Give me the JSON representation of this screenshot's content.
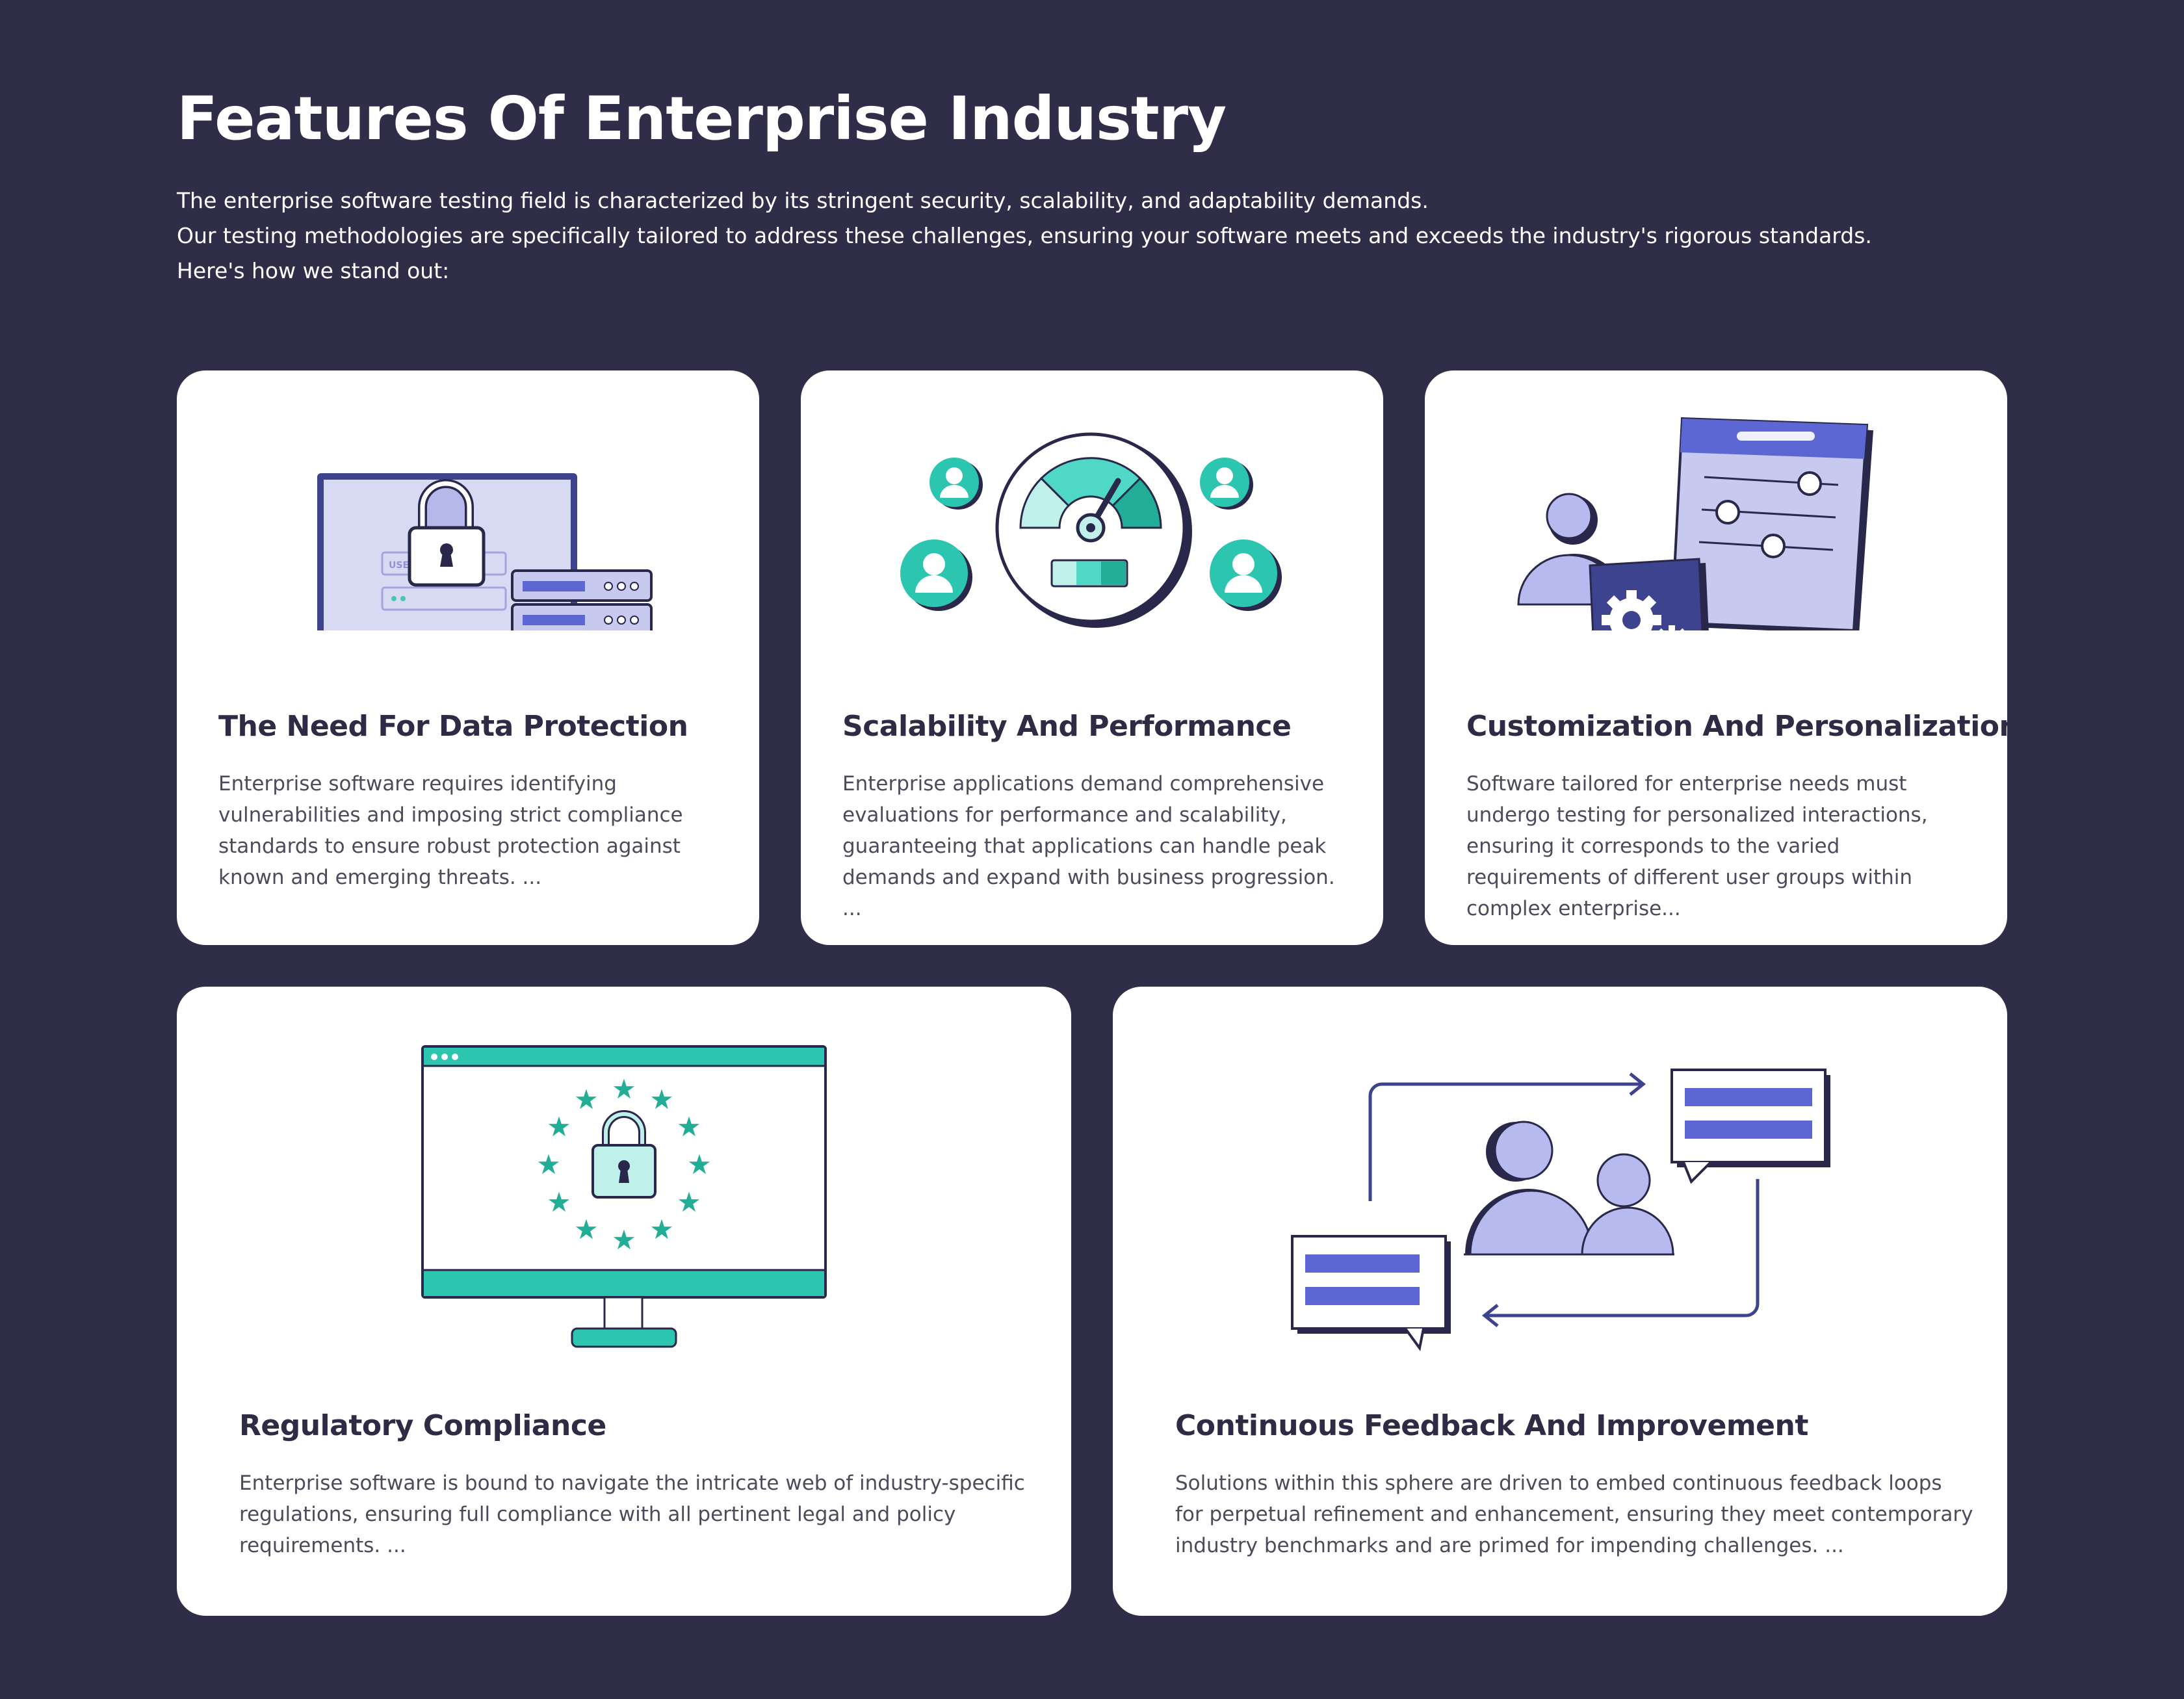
{
  "header": {
    "title": "Features Of Enterprise Industry",
    "intro_line1": "The enterprise software testing field is characterized by its stringent security, scalability, and adaptability demands.",
    "intro_line2": "Our testing methodologies are specifically tailored to address these challenges, ensuring your software meets and exceeds the industry's rigorous standards.",
    "intro_line3": "Here's how we stand out:"
  },
  "cards": [
    {
      "title": "The Need For Data Protection",
      "description": "Enterprise software requires identifying vulnerabilities and imposing strict compliance standards to ensure robust protection against known and emerging threats. ...",
      "icon": "laptop-lock-server-icon"
    },
    {
      "title": "Scalability And Performance",
      "description": "Enterprise applications demand comprehensive evaluations for performance and scalability, guaranteeing that applications can handle peak demands and expand with business progression. ...",
      "icon": "speedometer-users-icon"
    },
    {
      "title": "Customization And Personalization",
      "description": "Software tailored for enterprise needs must undergo testing for personalized interactions, ensuring it corresponds to the varied requirements of different user groups within complex enterprise...",
      "icon": "settings-sliders-icon"
    },
    {
      "title": "Regulatory Compliance",
      "description": "Enterprise software is bound to navigate the intricate web of industry-specific regulations, ensuring full compliance with all pertinent legal and policy requirements. ...",
      "icon": "monitor-eu-lock-icon"
    },
    {
      "title": "Continuous Feedback And Improvement",
      "description": "Solutions within this sphere are driven to embed continuous feedback loops for perpetual refinement and enhancement, ensuring they meet contemporary industry benchmarks and are primed for impending challenges. ...",
      "icon": "feedback-loop-icon"
    }
  ],
  "illustration_text": {
    "login_label": "USE"
  },
  "colors": {
    "background": "#302d48",
    "card": "#ffffff",
    "teal": "#2cc5b0",
    "indigo": "#5c67d4",
    "lavender": "#c7c9ef",
    "navy": "#29284a"
  }
}
